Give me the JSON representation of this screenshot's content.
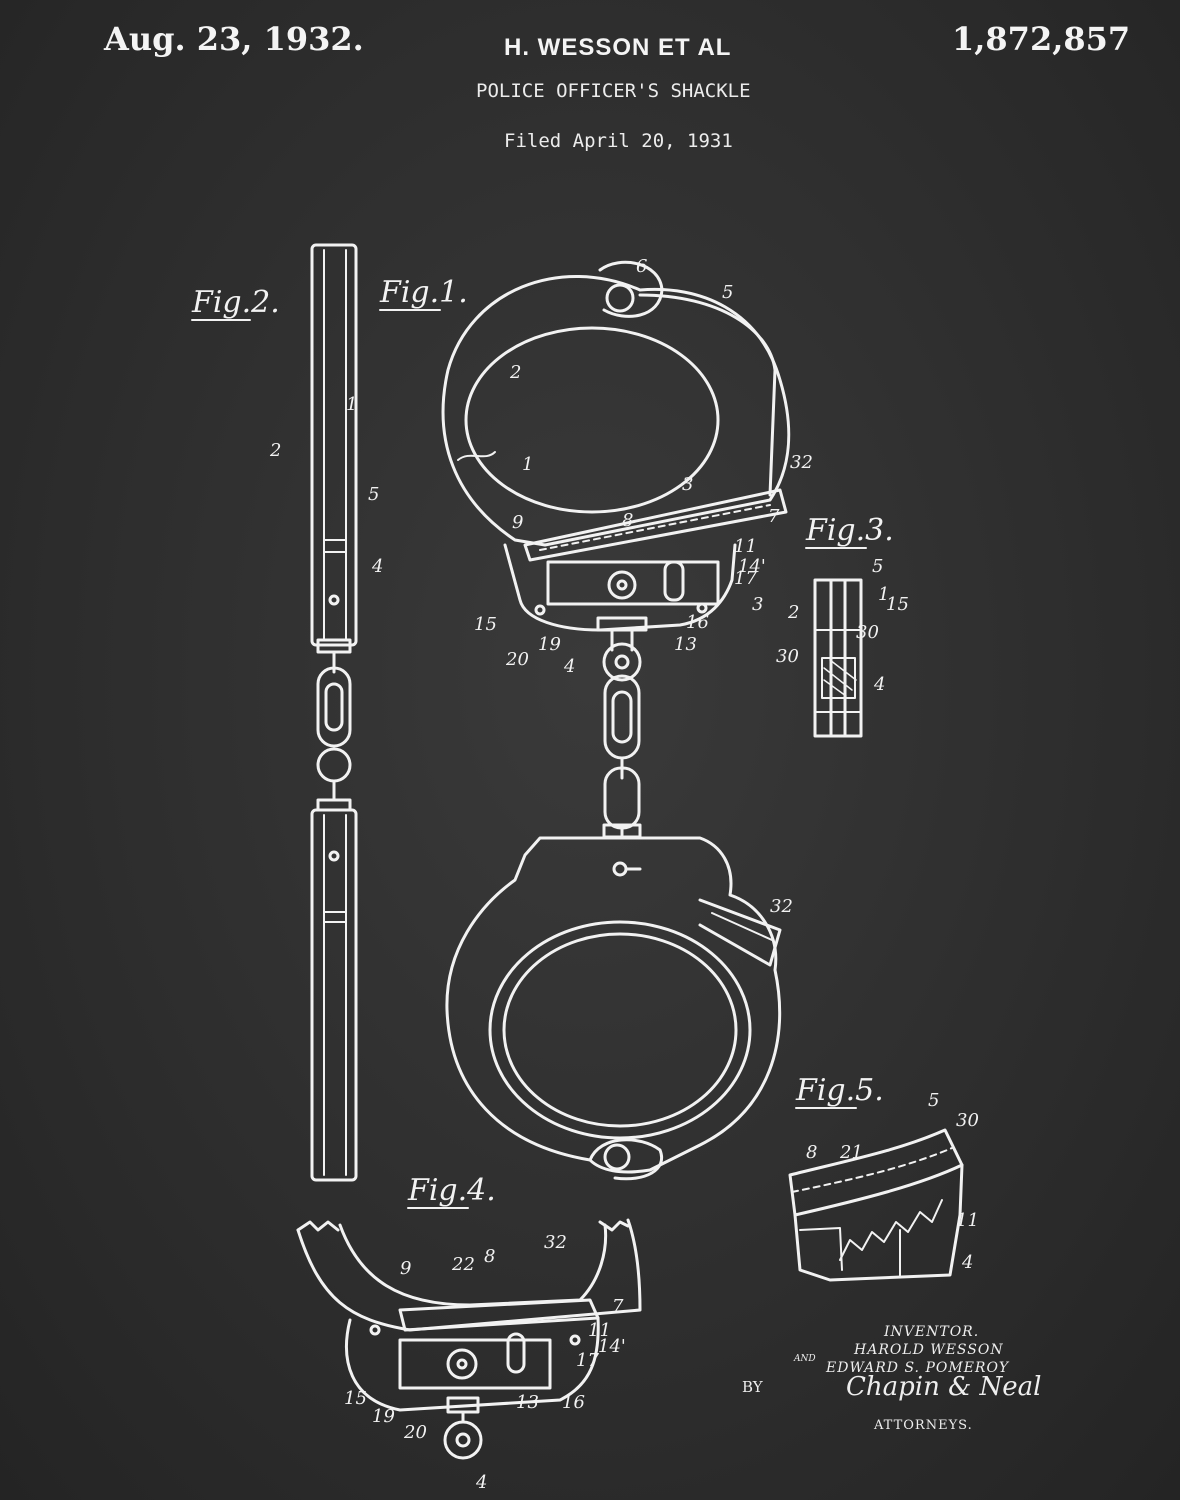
{
  "header": {
    "date": "Aug. 23, 1932.",
    "inventor_line": "H. WESSON ET AL",
    "patent_number": "1,872,857",
    "title": "POLICE OFFICER'S SHACKLE",
    "filed": "Filed April 20, 1931"
  },
  "figures": {
    "fig1": "Fig.1.",
    "fig2": "Fig.2.",
    "fig3": "Fig.3.",
    "fig4": "Fig.4.",
    "fig5": "Fig.5."
  },
  "reference_numerals": {
    "fig1": [
      "6",
      "5",
      "2",
      "1",
      "32",
      "3",
      "9",
      "8",
      "7",
      "11",
      "14'",
      "17",
      "3",
      "15",
      "19",
      "20",
      "4",
      "13",
      "16"
    ],
    "fig1_lower": [
      "32"
    ],
    "fig2": [
      "1",
      "2",
      "5",
      "4"
    ],
    "fig3": [
      "5",
      "2",
      "1",
      "15",
      "30",
      "30",
      "4"
    ],
    "fig4": [
      "32",
      "9",
      "22",
      "8",
      "7",
      "11",
      "14'",
      "17",
      "15",
      "19",
      "20",
      "13",
      "16",
      "4"
    ],
    "fig5": [
      "5",
      "30",
      "8",
      "21",
      "11",
      "4"
    ]
  },
  "signature": {
    "inventor_label": "INVENTOR.",
    "inventor1": "HAROLD WESSON",
    "and": "AND",
    "inventor2": "EDWARD S. POMEROY",
    "by": "BY",
    "attorney_signature": "Chapin & Neal",
    "attorneys_label": "ATTORNEYS."
  },
  "colors": {
    "background": "#2e2e2e",
    "ink": "#f2f2f2"
  }
}
